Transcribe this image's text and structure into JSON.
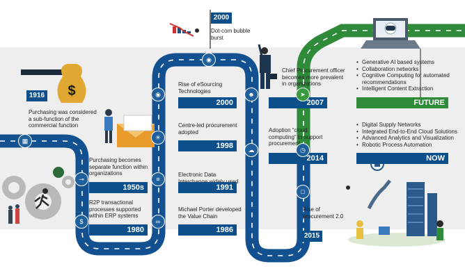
{
  "milestones": {
    "m1916": {
      "year": "1916",
      "text": "Purchasing was considered a sub-function of the commercial function"
    },
    "m1950s": {
      "year": "1950s",
      "text": "Purchasing becomes separate function within organizations"
    },
    "m1980": {
      "year": "1980",
      "text": "R2P transactional processes supported within ERP systems"
    },
    "m1986": {
      "year": "1986",
      "text": "Michael Porter developed the Value Chain"
    },
    "m1991": {
      "year": "1991",
      "text": "Electronic Data Interchange widely used"
    },
    "m1998": {
      "year": "1998",
      "text": "Centre-led procurement adopted"
    },
    "m2000": {
      "year": "2000",
      "text": "Rise of eSourcing Technologies"
    },
    "m2000flag": {
      "year": "2000",
      "text": "Dot-com bubble burst"
    },
    "m2007": {
      "year": "2007",
      "text": "Chief Procurement officer becomes more prevalent in organizations"
    },
    "m2014": {
      "year": "2014",
      "text": "Adoption “cloud computing” to support procurement"
    },
    "m2015": {
      "year": "2015",
      "text": "Rise of procurement 2.0"
    },
    "now": {
      "year": "NOW",
      "items": [
        "Digital Supply Networks",
        "Integrated End-to-End Cloud Solutions",
        "Advanced Analytics and Visualization",
        "Robotic Process Automation"
      ]
    },
    "future": {
      "year": "FUTURE",
      "items": [
        "Generative AI based systems",
        "Collaboration networks",
        "Cognitive Computing for automated recommendations",
        "Intelligent Content Extraction"
      ]
    }
  },
  "icons": [
    "dollar-icon",
    "bag-icon",
    "share-icon",
    "money-bag-icon",
    "link-icon",
    "list-icon",
    "network-icon",
    "globe-icon",
    "person-icon",
    "cloud-icon",
    "rocket-icon",
    "gauge-icon",
    "phone-icon"
  ],
  "colors": {
    "road": "#12508f",
    "road_dark": "#0a3a6b",
    "tag": "#0d4f8b",
    "green": "#2f8a3a",
    "band": "#eeeeee"
  }
}
